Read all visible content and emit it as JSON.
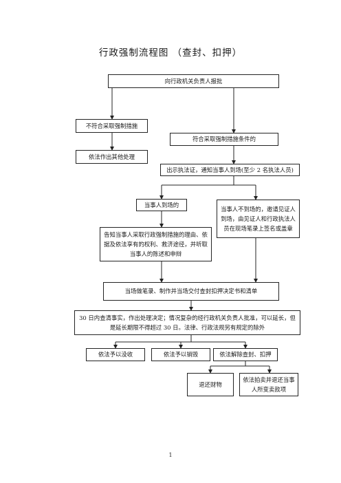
{
  "title": "行政强制流程图 （查封、扣押）",
  "nodes": {
    "report": "向行政机关负责人报批",
    "not_meet": "不符合采取强制措施",
    "other_handling": "依法作出其他处理",
    "meet": "符合采取强制措施条件的",
    "show_cert": "出示执法证，通知当事人到场(至少 2 名执法人员)",
    "party_present": "当事人到场的",
    "party_absent": "当事人不到场的，邀请见证人到场，由见证人和行政执法人员在现场笔录上签名或盖章",
    "inform": "告知当事人采取行政强制措施的理由、依据及依法享有的权利、救济途径，并听取当事人的陈述和申辩",
    "record": "当场做笔录、制作并当场交付查封扣押决定书和清单",
    "decision_30": "30 日内查清事实，作出处理决定；情况复杂的经行政机关负责人批准，可以延长，但是延长期限不得超过 30 日。法律、行政法规另有规定的除外",
    "confiscate": "依法予以没收",
    "destroy": "依法予以销毁",
    "release": "依法解除查封、扣押",
    "return": "退还财物",
    "auction": "依法拍卖并退还当事人所变卖款项"
  },
  "page_number": "1"
}
